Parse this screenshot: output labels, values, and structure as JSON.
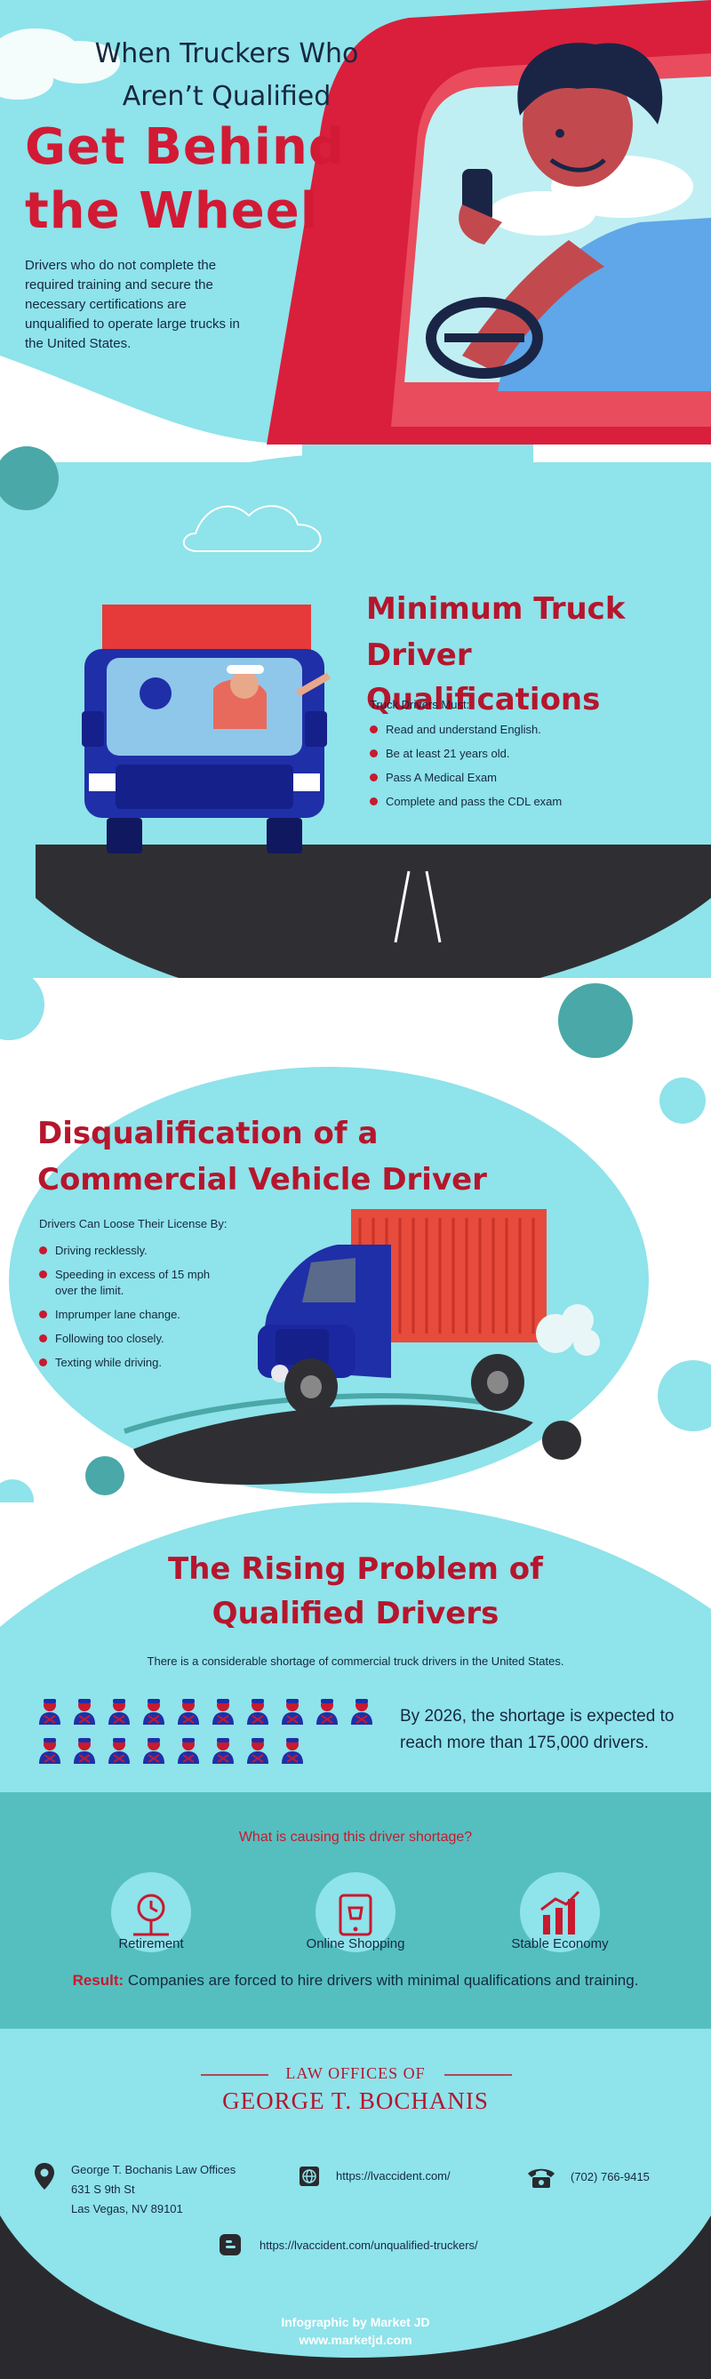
{
  "hero": {
    "title_line1": "When Truckers Who",
    "title_line2": "Aren’t Qualified",
    "title_big1": "Get Behind",
    "title_big2": "the Wheel",
    "description": "Drivers who do not complete the required training and secure the necessary certifications are unqualified to operate large trucks in the United States."
  },
  "qualifications": {
    "title_line1": "Minimum Truck",
    "title_line2": "Driver Qualifications",
    "intro": "Truck Drivers Must:",
    "items": [
      "Read and understand English.",
      "Be at least 21 years old.",
      "Pass A Medical Exam",
      "Complete and pass the CDL exam"
    ]
  },
  "disqualification": {
    "title_line1": "Disqualification of a",
    "title_line2": "Commercial Vehicle Driver",
    "intro": "Drivers Can Loose Their License By:",
    "items": [
      "Driving recklessly.",
      "Speeding in excess of 15 mph over the limit.",
      "Imprumper lane change.",
      "Following too closely.",
      "Texting while driving."
    ]
  },
  "problem": {
    "title_line1": "The Rising Problem of",
    "title_line2": "Qualified Drivers",
    "subtitle": "There is a considerable shortage of commercial truck drivers in the United States.",
    "stat_text": "By 2026, the shortage is expected to reach more than 175,000 drivers.",
    "row1_count": 10,
    "row2_count": 8
  },
  "causes": {
    "question": "What is causing this driver shortage?",
    "items": [
      {
        "label": "Retirement",
        "icon": "retirement-icon"
      },
      {
        "label": "Online Shopping",
        "icon": "online-shopping-icon"
      },
      {
        "label": "Stable Economy",
        "icon": "stable-economy-icon"
      }
    ],
    "result_label": "Result:",
    "result_text": "Companies are forced to hire drivers with minimal qualifications and training."
  },
  "footer": {
    "law_offices": "LAW OFFICES OF",
    "firm_name": "GEORGE T. BOCHANIS",
    "address_lines": [
      "George T. Bochanis Law Offices",
      "631 S 9th St",
      "Las Vegas, NV 89101"
    ],
    "website": "https://lvaccident.com/",
    "phone": "(702) 766-9415",
    "blog_url": "https://lvaccident.com/unqualified-truckers/",
    "credit": "Infographic by Market JD",
    "credit_url": "www.marketjd.com"
  },
  "colors": {
    "background": "#8fe3ea",
    "accent_red": "#d21a34",
    "dark_navy": "#16283f",
    "teal_band": "#55bfbf",
    "dark_footer": "#2a2a2e"
  }
}
